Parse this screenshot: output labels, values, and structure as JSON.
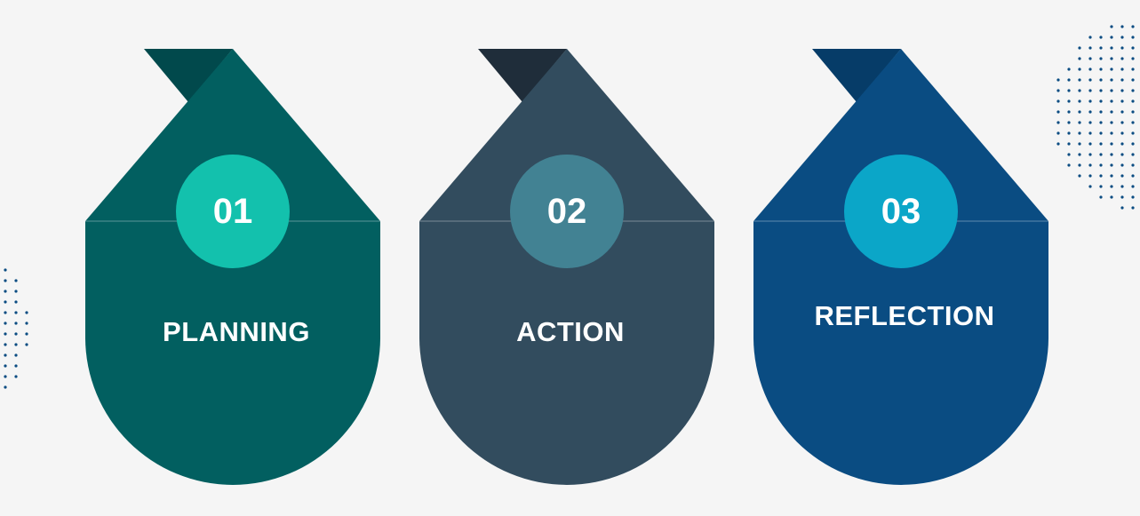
{
  "steps": [
    {
      "number": "01",
      "label": "PLANNING",
      "colors": {
        "body": "#025f60",
        "fold": "#01494c",
        "badge": "#13c1ad"
      }
    },
    {
      "number": "02",
      "label": "ACTION",
      "colors": {
        "body": "#324c5e",
        "fold": "#1f2d3a",
        "badge": "#428293"
      }
    },
    {
      "number": "03",
      "label": "REFLECTION",
      "colors": {
        "body": "#0a4c82",
        "fold": "#063c68",
        "badge": "#0ba6c8"
      }
    }
  ],
  "decoration": {
    "dot_color": "#0a4c82"
  }
}
